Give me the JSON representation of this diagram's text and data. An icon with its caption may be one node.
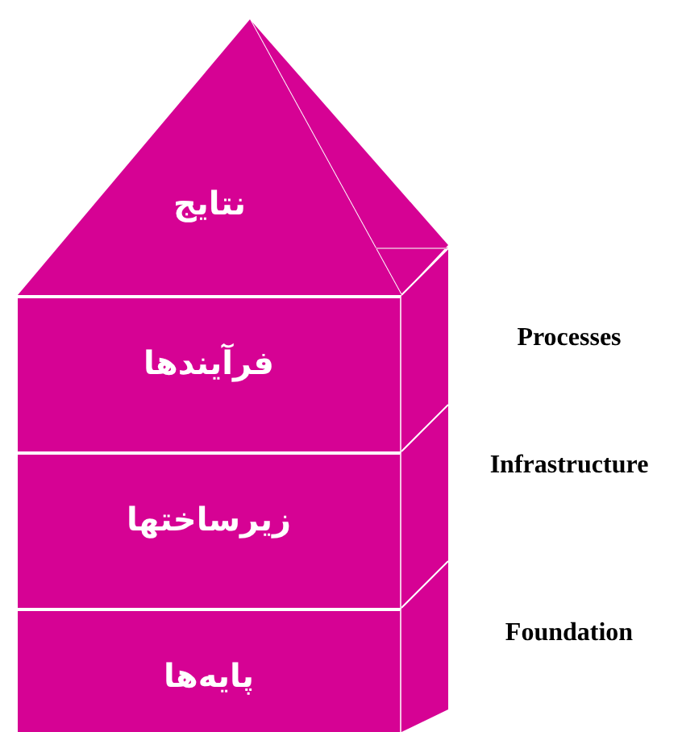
{
  "diagram": {
    "nodes": [
      {
        "text": [
          "نتایج"
        ]
      },
      {
        "text": [
          "فرآیندها"
        ]
      },
      {
        "text": [
          "زیرساختها"
        ]
      },
      {
        "text": [
          "پایه‌ها"
        ]
      }
    ],
    "edges": [],
    "labels": [
      "Processes",
      "Infrastructure",
      "Foundation"
    ]
  }
}
